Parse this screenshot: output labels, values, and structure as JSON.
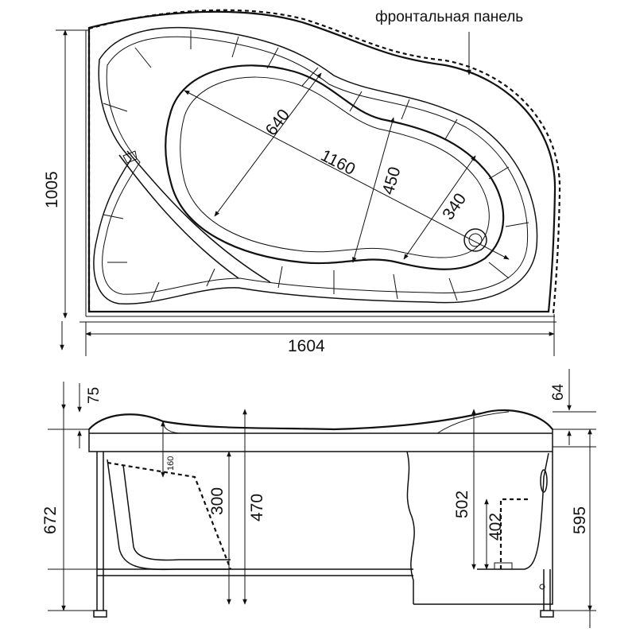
{
  "top_view": {
    "panel_label": "фронтальная панель",
    "width_label": "1604",
    "depth_label": "1005",
    "inner_length_label": "1160",
    "inner_width_a_label": "640",
    "inner_width_b_label": "450",
    "inner_width_c_label": "340"
  },
  "side_view": {
    "total_height_label": "672",
    "rim_left_label": "75",
    "rim_right_label": "64",
    "seat_small_label": "160",
    "seat_depth_label": "300",
    "depth_left_label": "470",
    "depth_right_label": "502",
    "drain_height_label": "402",
    "panel_height_label": "595"
  }
}
